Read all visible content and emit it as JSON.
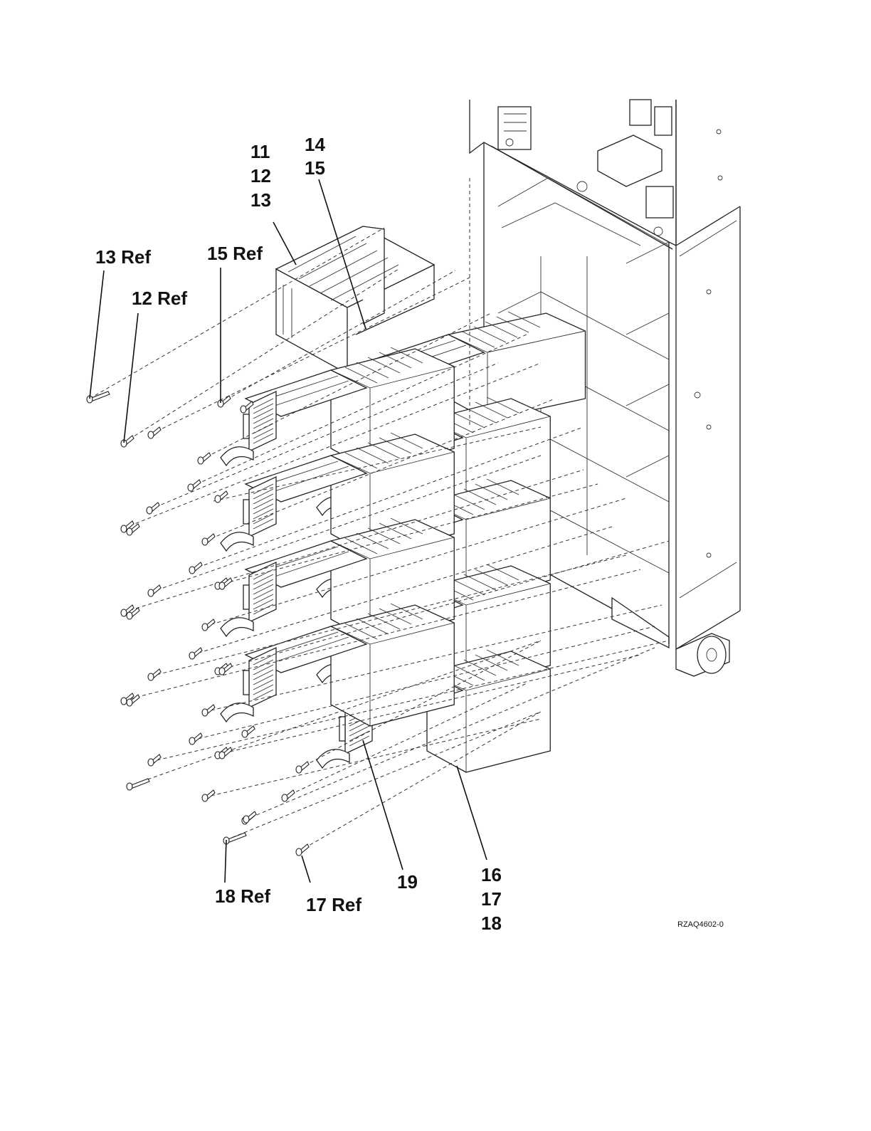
{
  "callouts": {
    "c11": "11",
    "c12": "12",
    "c13": "13",
    "c14": "14",
    "c15": "15",
    "c13ref": "13 Ref",
    "c15ref": "15 Ref",
    "c12ref": "12 Ref",
    "c18ref": "18 Ref",
    "c17ref": "17 Ref",
    "c19": "19",
    "c16": "16",
    "c17": "17",
    "c18": "18"
  },
  "figure_id": "RZAQ4602-0",
  "icons": {
    "screw": "screw-icon",
    "latch": "latch-handle-icon",
    "caster": "caster-wheel-icon"
  }
}
